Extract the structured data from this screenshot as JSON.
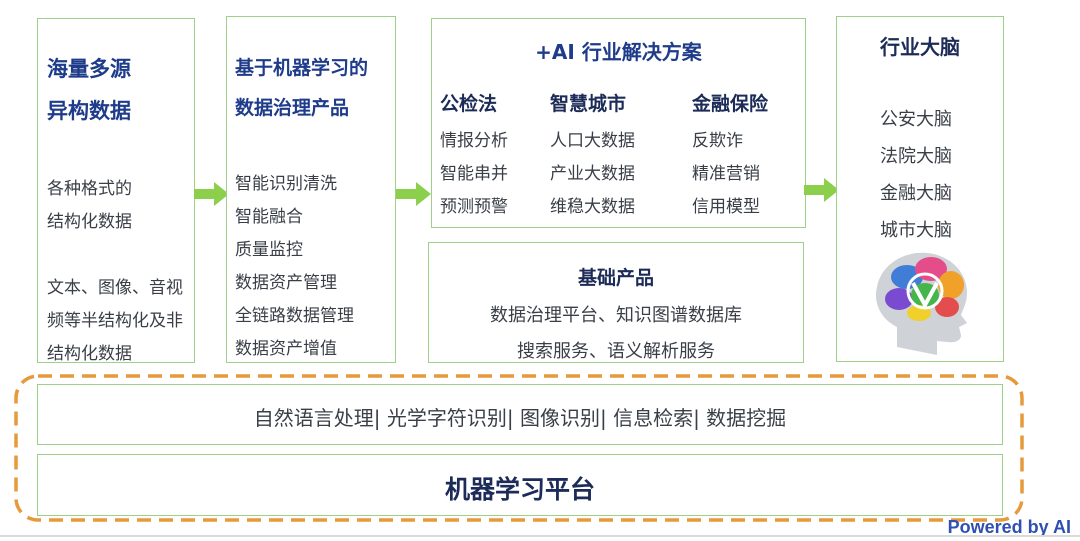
{
  "col1": {
    "title_lines": [
      "海量多源",
      "异构数据"
    ],
    "items": [
      "各种格式的",
      "结构化数据",
      "文本、图像、音视",
      "频等半结构化及非",
      "结构化数据"
    ]
  },
  "col2": {
    "title_lines": [
      "基于机器学习的",
      "数据治理产品"
    ],
    "items": [
      "智能识别清洗",
      "智能融合",
      "质量监控",
      "数据资产管理",
      "全链路数据管理",
      "数据资产增值"
    ]
  },
  "solutions": {
    "title": "+AI 行业解决方案",
    "groups": [
      {
        "title": "公检法",
        "items": [
          "情报分析",
          "智能串并",
          "预测预警"
        ]
      },
      {
        "title": "智慧城市",
        "items": [
          "人口大数据",
          "产业大数据",
          "维稳大数据"
        ]
      },
      {
        "title": "金融保险",
        "items": [
          "反欺诈",
          "精准营销",
          "信用模型"
        ]
      }
    ]
  },
  "base_products": {
    "title": "基础产品",
    "lines": [
      "数据治理平台、知识图谱数据库",
      "搜索服务、语义解析服务"
    ]
  },
  "industry_brain": {
    "title": "行业大脑",
    "items": [
      "公安大脑",
      "法院大脑",
      "金融大脑",
      "城市大脑"
    ]
  },
  "platform": {
    "capabilities": "自然语言处理| 光学字符识别| 图像识别| 信息检索| 数据挖掘",
    "title": "机器学习平台"
  },
  "footer": {
    "powered_by": "Powered by AI"
  },
  "colors": {
    "border_green": "#9fd08a",
    "arrow_green": "#8ccf4d",
    "dash_orange": "#e69a3c",
    "title_blue": "#1f3c8a",
    "brand_blue": "#2f4fb4"
  }
}
